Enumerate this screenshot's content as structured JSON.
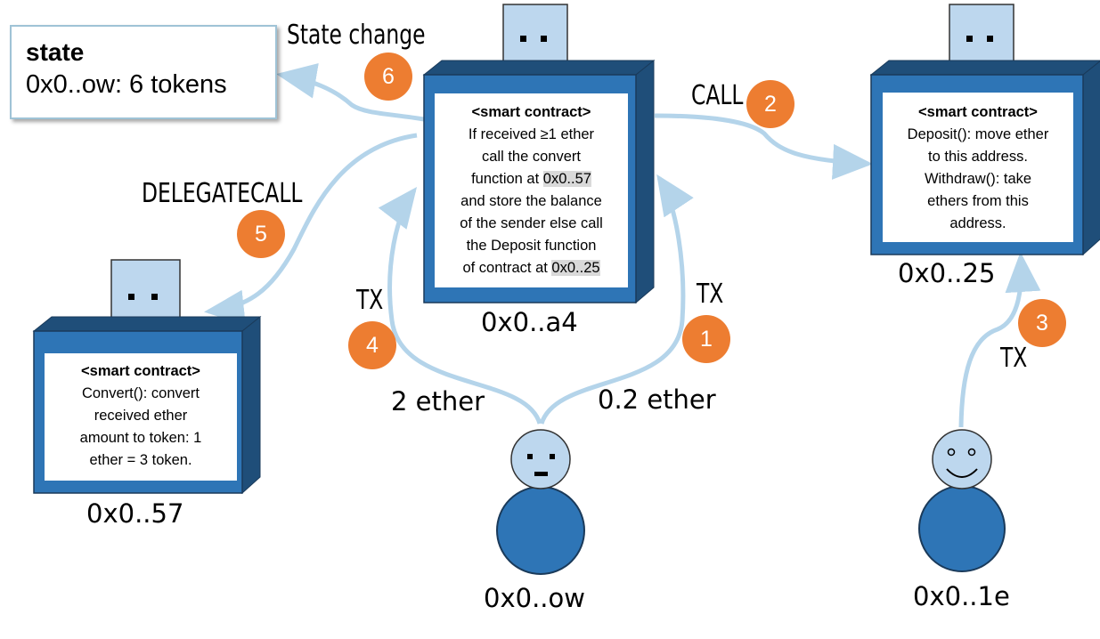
{
  "state": {
    "title": "state",
    "line": "0x0..ow: 6 tokens"
  },
  "contracts": {
    "main": {
      "header": "<smart contract>",
      "lines": [
        "If received ≥1 ether",
        "call the convert",
        "function at ",
        "and store the balance",
        "of the sender else call",
        "the Deposit function",
        "of contract at "
      ],
      "addr_inline_1": "0x0..57",
      "addr_inline_2": "0x0..25",
      "address": "0x0..a4"
    },
    "bank": {
      "header": "<smart contract>",
      "lines": [
        "Deposit(): move ether",
        "to this address.",
        "Withdraw(): take",
        "ethers from this",
        "address."
      ],
      "address": "0x0..25"
    },
    "converter": {
      "header": "<smart contract>",
      "lines": [
        "Convert(): convert",
        "received ether",
        "amount to token: 1",
        "ether = 3 token."
      ],
      "address": "0x0..57"
    }
  },
  "users": {
    "owner": {
      "address": "0x0..ow"
    },
    "other": {
      "address": "0x0..1e"
    }
  },
  "labels": {
    "state_change": "State change",
    "call": "CALL",
    "delegatecall": "DELEGATECALL",
    "tx_left": "TX",
    "tx_right": "TX",
    "tx_bank": "TX",
    "two_ether": "2 ether",
    "point_two_ether": "0.2 ether"
  },
  "steps": [
    "1",
    "2",
    "3",
    "4",
    "5",
    "6"
  ],
  "colors": {
    "contract": "#2e75b6",
    "contract_dark": "#1f4e79",
    "head": "#bdd7ee",
    "arrow": "#b4d4ea",
    "badge": "#ed7d31"
  }
}
